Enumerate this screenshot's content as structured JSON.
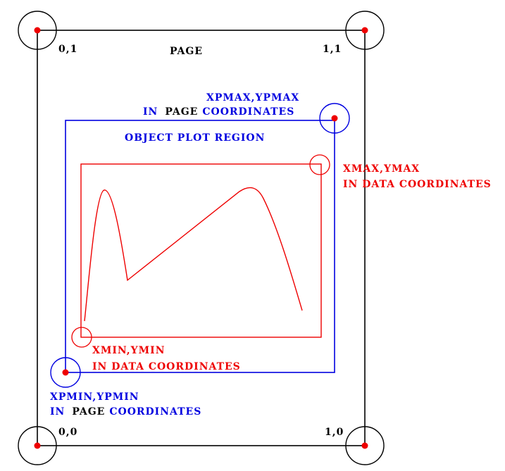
{
  "labels": {
    "page": "PAGE",
    "corner_top_left": "0,1",
    "corner_top_right": "1,1",
    "corner_bottom_left": "0,0",
    "corner_bottom_right": "1,0",
    "object_region": "OBJECT PLOT REGION",
    "pmax_coords": "XPMAX,YPMAX",
    "pmax_in": "IN",
    "pmax_page": "PAGE",
    "pmax_coordinates": "COORDINATES",
    "pmin_coords": "XPMIN,YPMIN",
    "pmin_in": "IN",
    "pmin_page": "PAGE",
    "pmin_coordinates": "COORDINATES",
    "dmax_coords": "XMAX,YMAX",
    "dmax_in": "IN DATA COORDINATES",
    "dmin_coords": "XMIN,YMIN",
    "dmin_in": "IN DATA COORDINATES"
  },
  "colors": {
    "page": "#000000",
    "page_coordinates": "#0000e0",
    "data_coordinates": "#ee0000",
    "marker": "#ee0000"
  }
}
